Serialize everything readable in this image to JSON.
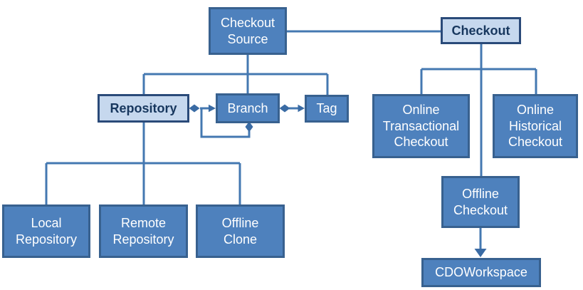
{
  "diagram": {
    "nodes": [
      {
        "id": "checkout-source",
        "label": "Checkout\nSource",
        "style": "dark"
      },
      {
        "id": "checkout",
        "label": "Checkout",
        "style": "light"
      },
      {
        "id": "repository",
        "label": "Repository",
        "style": "light"
      },
      {
        "id": "branch",
        "label": "Branch",
        "style": "dark"
      },
      {
        "id": "tag",
        "label": "Tag",
        "style": "dark"
      },
      {
        "id": "local-repository",
        "label": "Local\nRepository",
        "style": "dark"
      },
      {
        "id": "remote-repository",
        "label": "Remote\nRepository",
        "style": "dark"
      },
      {
        "id": "offline-clone",
        "label": "Offline\nClone",
        "style": "dark"
      },
      {
        "id": "online-transactional-checkout",
        "label": "Online\nTransactional\nCheckout",
        "style": "dark"
      },
      {
        "id": "online-historical-checkout",
        "label": "Online\nHistorical\nCheckout",
        "style": "dark"
      },
      {
        "id": "offline-checkout",
        "label": "Offline\nCheckout",
        "style": "dark"
      },
      {
        "id": "cdoworkspace",
        "label": "CDOWorkspace",
        "style": "dark"
      }
    ],
    "edges": [
      {
        "from": "Checkout Source",
        "to": "Checkout",
        "type": "line"
      },
      {
        "from": "Checkout Source",
        "to": "Repository",
        "type": "tree-branch"
      },
      {
        "from": "Checkout Source",
        "to": "Branch",
        "type": "tree-branch"
      },
      {
        "from": "Checkout Source",
        "to": "Tag",
        "type": "tree-branch"
      },
      {
        "from": "Repository",
        "to": "Branch",
        "type": "aggregation-arrow"
      },
      {
        "from": "Branch",
        "to": "Branch",
        "type": "aggregation-arrow-self"
      },
      {
        "from": "Branch",
        "to": "Tag",
        "type": "aggregation-arrow"
      },
      {
        "from": "Repository",
        "to": "Local Repository",
        "type": "tree-branch"
      },
      {
        "from": "Repository",
        "to": "Remote Repository",
        "type": "tree-branch"
      },
      {
        "from": "Repository",
        "to": "Offline Clone",
        "type": "tree-branch"
      },
      {
        "from": "Checkout",
        "to": "Online Transactional Checkout",
        "type": "tree-branch"
      },
      {
        "from": "Checkout",
        "to": "Online Historical Checkout",
        "type": "tree-branch"
      },
      {
        "from": "Checkout",
        "to": "Offline Checkout",
        "type": "tree-branch"
      },
      {
        "from": "Offline Checkout",
        "to": "CDOWorkspace",
        "type": "arrow"
      }
    ]
  },
  "colors": {
    "background": "#ffffff",
    "dark-node-fill": "#4e81bd",
    "dark-node-border": "#38618f",
    "dark-node-text": "#ffffff",
    "light-node-fill": "#c6d8ee",
    "light-node-border": "#2a4a79",
    "light-node-text": "#17375e",
    "connector": "#4478b1",
    "marker": "#3a6ba4"
  }
}
